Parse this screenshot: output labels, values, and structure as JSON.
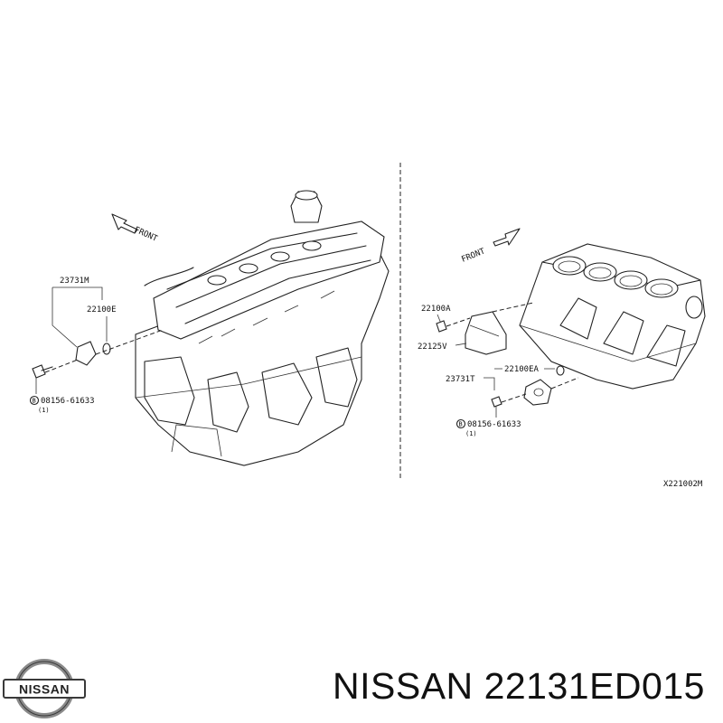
{
  "diagram_code": "X221002M",
  "left_view": {
    "front_label": "FRONT",
    "part_sensor": "23731M",
    "part_oring": "22100E",
    "bolt_code": "08156-61633",
    "bolt_qty": "(1)"
  },
  "right_view": {
    "front_label": "FRONT",
    "part_bracket_bolt": "22100A",
    "part_bracket": "22125V",
    "part_sensor": "23731T",
    "part_oring": "22100EA",
    "bolt_code": "08156-61633",
    "bolt_qty": "(1)"
  },
  "logo": {
    "text": "NISSAN"
  },
  "caption": {
    "brand": "NISSAN",
    "part_number": "22131ED015"
  },
  "colors": {
    "line": "#222222",
    "background": "#ffffff",
    "logo_grey": "#8a8a8a",
    "logo_dark": "#3a3a3a"
  }
}
